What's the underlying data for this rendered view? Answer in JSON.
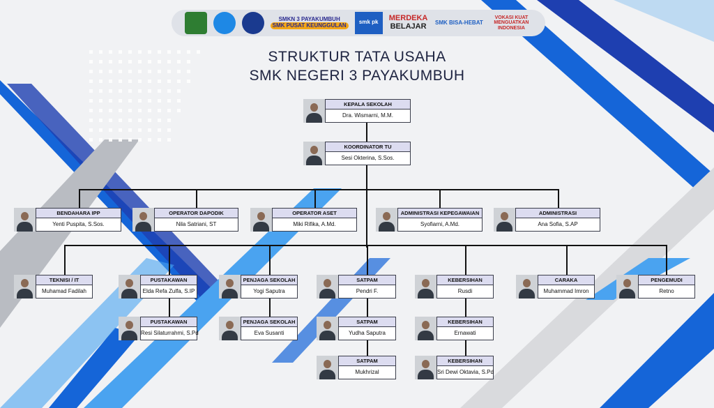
{
  "logos": {
    "smkn": "SMKN 3 PAYAKUMBUH",
    "pusat": "SMK PUSAT KEUNGGULAN",
    "smkpk": "smk pk",
    "merdeka": "MERDEKA",
    "belajar": "BELAJAR",
    "bisa": "SMK BISA-HEBAT",
    "vokasi": "VOKASI KUAT MENGUATKAN INDONESIA"
  },
  "title": {
    "line1": "STRUKTUR TATA USAHA",
    "line2": "SMK NEGERI 3 PAYAKUMBUH"
  },
  "colors": {
    "accent": "#1565d8",
    "light": "#4aa3f0",
    "header": "#dcdcf0"
  },
  "cards": [
    {
      "role": "KEPALA SEKOLAH",
      "name": "Dra. Wismarni, M.M."
    },
    {
      "role": "KOORDINATOR TU",
      "name": "Sesi Okterina, S.Sos."
    },
    {
      "role": "BENDAHARA IPP",
      "name": "Yenti Puspita, S.Sos."
    },
    {
      "role": "OPERATOR DAPODIK",
      "name": "Nila Satriani, ST"
    },
    {
      "role": "OPERATOR ASET",
      "name": "Miki Rifika, A.Md."
    },
    {
      "role": "ADMINISTRASI KEPEGAWAIAN",
      "name": "Syofiarni, A.Md."
    },
    {
      "role": "ADMINISTRASI",
      "name": "Ana Sofia, S.AP"
    },
    {
      "role": "TEKNISI / IT",
      "name": "Muhamad Fadilah"
    },
    {
      "role": "PUSTAKAWAN",
      "name": "Elda Refa Zulfa, S.IP"
    },
    {
      "role": "PUSTAKAWAN",
      "name": "Resi Silaturrahmi, S.Pd"
    },
    {
      "role": "PENJAGA SEKOLAH",
      "name": "Yogi Saputra"
    },
    {
      "role": "PENJAGA SEKOLAH",
      "name": "Eva Susanti"
    },
    {
      "role": "SATPAM",
      "name": "Pendri F."
    },
    {
      "role": "SATPAM",
      "name": "Yudha Saputra"
    },
    {
      "role": "SATPAM",
      "name": "Mukhrizal"
    },
    {
      "role": "KEBERSIHAN",
      "name": "Rusdi"
    },
    {
      "role": "KEBERSIHAN",
      "name": "Ernawati"
    },
    {
      "role": "KEBERSIHAN",
      "name": "Sri Dewi Oktavia, S.Pd"
    },
    {
      "role": "CARAKA",
      "name": "Muhammad Imron"
    },
    {
      "role": "PENGEMUDI",
      "name": "Retno"
    }
  ]
}
